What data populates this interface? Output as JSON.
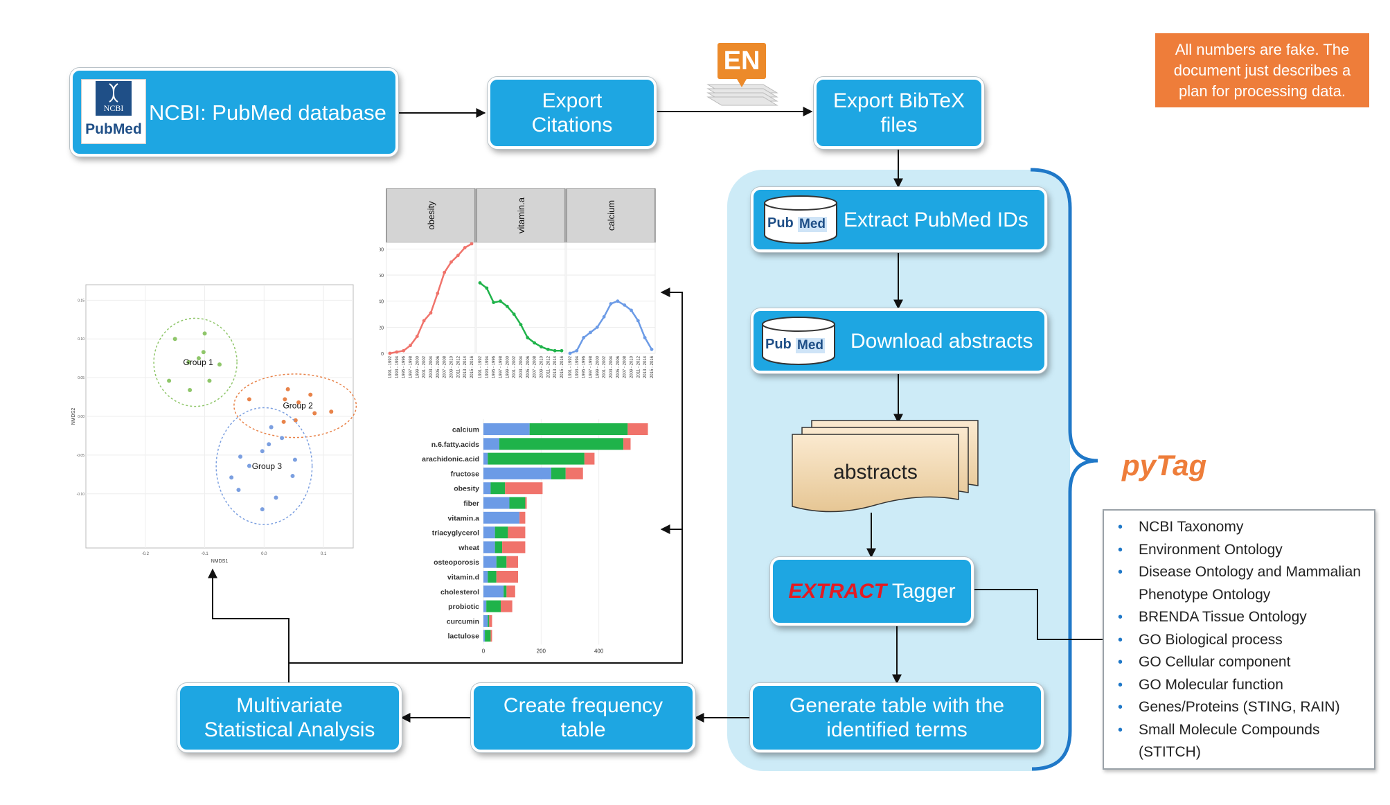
{
  "nodes": {
    "pubmed_db": "NCBI: PubMed database",
    "export_citations": "Export Citations",
    "export_bibtex": "Export BibTeX files",
    "extract_ids": "Extract PubMed IDs",
    "download_abstracts": "Download abstracts",
    "abstracts_doc": "abstracts",
    "tagger_prefix": "EXTRACT",
    "tagger_suffix": " Tagger",
    "generate_table": "Generate table with the identified terms",
    "frequency_table": "Create frequency table",
    "multivariate": "Multivariate Statistical Analysis"
  },
  "logos": {
    "ncbi": "NCBI",
    "pubmed": "PubMed",
    "pubmed_pub": "Pub",
    "pubmed_med": "Med",
    "endnote": "EN"
  },
  "note": "All numbers are fake. The document just describes a plan for processing data.",
  "pytag": "pyTag",
  "ontologies": [
    "NCBI Taxonomy",
    "Environment Ontology",
    "Disease Ontology and Mammalian Phenotype Ontology",
    "BRENDA Tissue Ontology",
    "GO Biological process",
    "GO Cellular component",
    "GO Molecular function",
    "Genes/Proteins (STING, RAIN)",
    "Small Molecule Compounds (STITCH)"
  ],
  "colors": {
    "node": "#1ea6e2",
    "panel": "#cdebf7",
    "brace": "#1f78c8",
    "badge": "#ee7d3a",
    "red": "#f0736b",
    "green": "#1fb34a",
    "blue": "#6c9be6"
  },
  "chart_data": [
    {
      "type": "line",
      "facets": [
        "obesity",
        "vitamin.a",
        "calcium"
      ],
      "x": [
        "1991 - 1992",
        "1993 - 1994",
        "1995 - 1996",
        "1997 - 1998",
        "1999 - 2000",
        "2001 - 2002",
        "2003 - 2004",
        "2005 - 2006",
        "2007 - 2008",
        "2009 - 2010",
        "2011 - 2012",
        "2013 - 2014",
        "2015 - 2016"
      ],
      "ylim": [
        0,
        85
      ],
      "yticks": [
        0,
        20,
        40,
        60,
        80
      ],
      "series": [
        {
          "name": "obesity",
          "color": "#f0736b",
          "values": [
            0,
            1,
            2,
            6,
            13,
            25,
            31,
            46,
            62,
            70,
            75,
            81,
            84
          ]
        },
        {
          "name": "vitamin.a",
          "color": "#1fb34a",
          "values": [
            54,
            50,
            39,
            40,
            36,
            30,
            22,
            12,
            8,
            5,
            3,
            2,
            2
          ]
        },
        {
          "name": "calcium",
          "color": "#6c9be6",
          "values": [
            0,
            2,
            12,
            16,
            20,
            28,
            38,
            40,
            37,
            33,
            25,
            12,
            3
          ]
        }
      ]
    },
    {
      "type": "bar",
      "stacked": true,
      "orientation": "horizontal",
      "categories": [
        "calcium",
        "n.6.fatty.acids",
        "arachidonic.acid",
        "fructose",
        "obesity",
        "fiber",
        "vitamin.a",
        "triacyglycerol",
        "wheat",
        "osteoporosis",
        "vitamin.d",
        "cholesterol",
        "probiotic",
        "curcumin",
        "lactulose"
      ],
      "xlim": [
        0,
        600
      ],
      "xticks": [
        0,
        200,
        400
      ],
      "series": [
        {
          "color": "#6c9be6",
          "values": [
            160,
            55,
            15,
            235,
            25,
            90,
            125,
            40,
            40,
            45,
            15,
            70,
            10,
            15,
            5
          ]
        },
        {
          "color": "#1fb34a",
          "values": [
            340,
            430,
            335,
            50,
            50,
            55,
            0,
            45,
            25,
            35,
            30,
            10,
            50,
            5,
            20
          ]
        },
        {
          "color": "#f0736b",
          "values": [
            70,
            25,
            35,
            60,
            130,
            5,
            20,
            60,
            80,
            40,
            75,
            30,
            40,
            10,
            5
          ]
        }
      ]
    },
    {
      "type": "scatter",
      "xlabel": "NMDS1",
      "ylabel": "NMDS2",
      "xlim": [
        -0.3,
        0.15
      ],
      "ylim": [
        -0.17,
        0.17
      ],
      "xticks": [
        "-0.2",
        "-0.1",
        "0.0",
        "0.1"
      ],
      "yticks": [
        "0.15",
        "0.10",
        "0.05",
        "0.00",
        "-0.05",
        "-0.10"
      ],
      "series": [
        {
          "name": "Group 1",
          "color": "#8fc66a",
          "points": [
            [
              -0.15,
              0.1
            ],
            [
              -0.1,
              0.107
            ],
            [
              -0.102,
              0.083
            ],
            [
              -0.127,
              0.07
            ],
            [
              -0.11,
              0.075
            ],
            [
              -0.075,
              0.067
            ],
            [
              -0.16,
              0.046
            ],
            [
              -0.092,
              0.046
            ],
            [
              -0.125,
              0.034
            ]
          ]
        },
        {
          "name": "Group 2",
          "color": "#e8834a",
          "points": [
            [
              0.04,
              0.035
            ],
            [
              0.078,
              0.028
            ],
            [
              -0.025,
              0.022
            ],
            [
              0.035,
              0.022
            ],
            [
              0.058,
              0.018
            ],
            [
              0.113,
              0.006
            ],
            [
              0.085,
              0.004
            ],
            [
              0.053,
              -0.005
            ],
            [
              0.033,
              -0.007
            ]
          ]
        },
        {
          "name": "Group 3",
          "color": "#7b9fe0",
          "points": [
            [
              0.012,
              -0.014
            ],
            [
              0.03,
              -0.028
            ],
            [
              0.008,
              -0.036
            ],
            [
              -0.003,
              -0.045
            ],
            [
              -0.04,
              -0.052
            ],
            [
              0.052,
              -0.056
            ],
            [
              -0.025,
              -0.064
            ],
            [
              0.048,
              -0.077
            ],
            [
              -0.055,
              -0.079
            ],
            [
              -0.043,
              -0.095
            ],
            [
              0.02,
              -0.105
            ],
            [
              -0.003,
              -0.12
            ]
          ]
        }
      ]
    }
  ]
}
